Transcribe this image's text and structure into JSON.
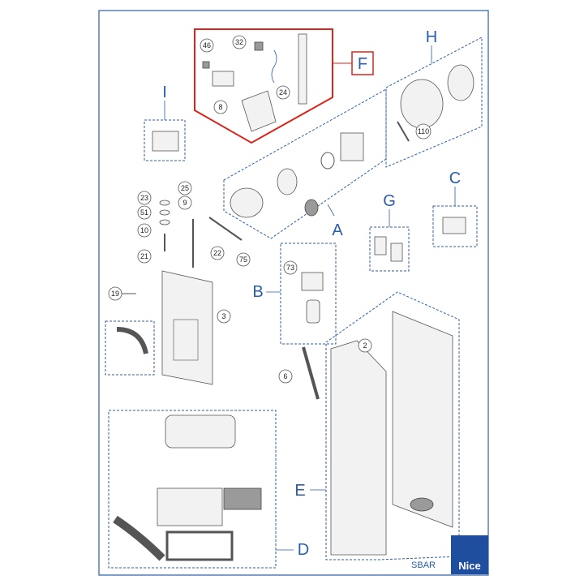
{
  "groups": {
    "A": "A",
    "B": "B",
    "C": "C",
    "D": "D",
    "E": "E",
    "F": "F",
    "G": "G",
    "H": "H",
    "I": "I"
  },
  "callouts": {
    "c46": "46",
    "c32": "32",
    "c24": "24",
    "c8": "8",
    "c110": "110",
    "c25": "25",
    "c23": "23",
    "c9": "9",
    "c51": "51",
    "c10": "10",
    "c21": "21",
    "c22": "22",
    "c75": "75",
    "c19": "19",
    "c3": "3",
    "c73": "73",
    "c6": "6",
    "c2": "2"
  },
  "footer": {
    "model": "SBAR",
    "brand": "Nice"
  },
  "colors": {
    "accent": "#2a5ea8",
    "highlight": "#d9261c",
    "brand_bg": "#1f4e9e"
  }
}
